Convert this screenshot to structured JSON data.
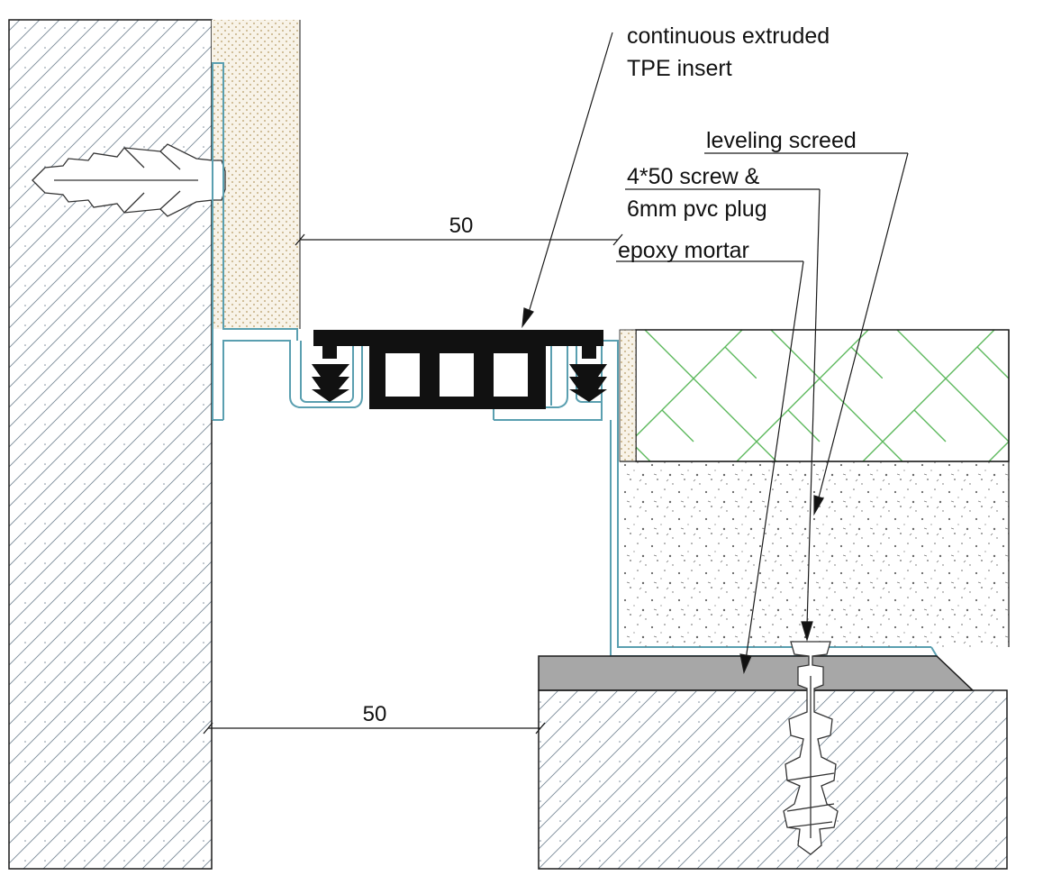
{
  "labels": {
    "insert_line1": "continuous extruded",
    "insert_line2": "TPE  insert",
    "screed": "leveling  screed",
    "screw_line1": "4*50 screw &",
    "screw_line2": "6mm pvc plug",
    "epoxy": "epoxy  mortar"
  },
  "dimensions": {
    "upper": "50",
    "lower": "50"
  },
  "colors": {
    "line": "#1a1a1a",
    "profile": "#5a9fb0",
    "insert": "#111111",
    "tile_hatch": "#5cb85c",
    "mortar": "#a7a7a7",
    "filler": "#b59a62"
  }
}
